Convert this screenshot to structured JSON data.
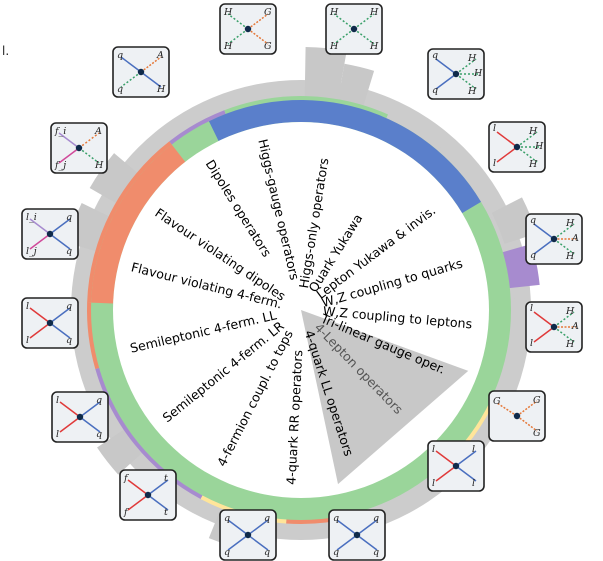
{
  "corner_text": "l.",
  "colors": {
    "outer_ring_grey": "#cccccc",
    "green": "#9ad59a",
    "blue": "#5a7fcb",
    "purple": "#a78bcf",
    "salmon": "#f08c6c",
    "yellow": "#ffe59a",
    "spike_grey": "#c8c8c8"
  },
  "sectors": [
    {
      "label": "Higgs-gauge operators"
    },
    {
      "label": "Higgs-only operators"
    },
    {
      "label": "Quark Yukawa"
    },
    {
      "label": "Lepton Yukawa & invis."
    },
    {
      "label": "W,Z coupling to quarks"
    },
    {
      "label": "W,Z coupling to leptons"
    },
    {
      "label": "Tri-linear gauge oper."
    },
    {
      "label": "4-Lepton operators"
    },
    {
      "label": "4-quark LL operators"
    },
    {
      "label": "4-quark RR operators"
    },
    {
      "label": "4-fermion coupl. to tops"
    },
    {
      "label": "Semileptonic 4-ferm. LR"
    },
    {
      "label": "Semileptonic 4-ferm. LL"
    },
    {
      "label": "Flavour violating 4-ferm."
    },
    {
      "label": "Flavour violating dipoles"
    },
    {
      "label": "Dipoles operators"
    }
  ],
  "diagrams": [
    {
      "name": "feynman-diagram-hhgg",
      "labels": [
        "H",
        "G",
        "H",
        "G"
      ]
    },
    {
      "name": "feynman-diagram-hhhh",
      "labels": [
        "H",
        "H",
        "H",
        "H"
      ]
    },
    {
      "name": "feynman-diagram-qqhhh",
      "labels": [
        "q",
        "H",
        "H",
        "q",
        "H"
      ]
    },
    {
      "name": "feynman-diagram-llhhh",
      "labels": [
        "l",
        "H",
        "H",
        "l",
        "H"
      ]
    },
    {
      "name": "feynman-diagram-qqhah",
      "labels": [
        "q",
        "H",
        "A",
        "q",
        "H"
      ]
    },
    {
      "name": "feynman-diagram-llhah",
      "labels": [
        "l",
        "H",
        "A",
        "l",
        "H"
      ]
    },
    {
      "name": "feynman-diagram-ggg",
      "labels": [
        "G",
        "G",
        "G"
      ]
    },
    {
      "name": "feynman-diagram-llll",
      "labels": [
        "l",
        "l",
        "l",
        "l"
      ]
    },
    {
      "name": "feynman-diagram-qqqq-a",
      "labels": [
        "q",
        "q",
        "q",
        "q"
      ]
    },
    {
      "name": "feynman-diagram-qqqq-b",
      "labels": [
        "q",
        "q",
        "q",
        "q"
      ]
    },
    {
      "name": "feynman-diagram-fftt",
      "labels": [
        "f",
        "t",
        "f",
        "t"
      ]
    },
    {
      "name": "feynman-diagram-llqq-a",
      "labels": [
        "l",
        "q",
        "l",
        "q"
      ]
    },
    {
      "name": "feynman-diagram-llqq-b",
      "labels": [
        "l",
        "q",
        "l",
        "q"
      ]
    },
    {
      "name": "feynman-diagram-lilj-qq",
      "labels": [
        "l_i",
        "q",
        "l_j",
        "q"
      ]
    },
    {
      "name": "feynman-diagram-fifj-ah",
      "labels": [
        "f_i",
        "A",
        "f_j",
        "H"
      ]
    },
    {
      "name": "feynman-diagram-qqah",
      "labels": [
        "q",
        "A",
        "q",
        "H"
      ]
    }
  ]
}
